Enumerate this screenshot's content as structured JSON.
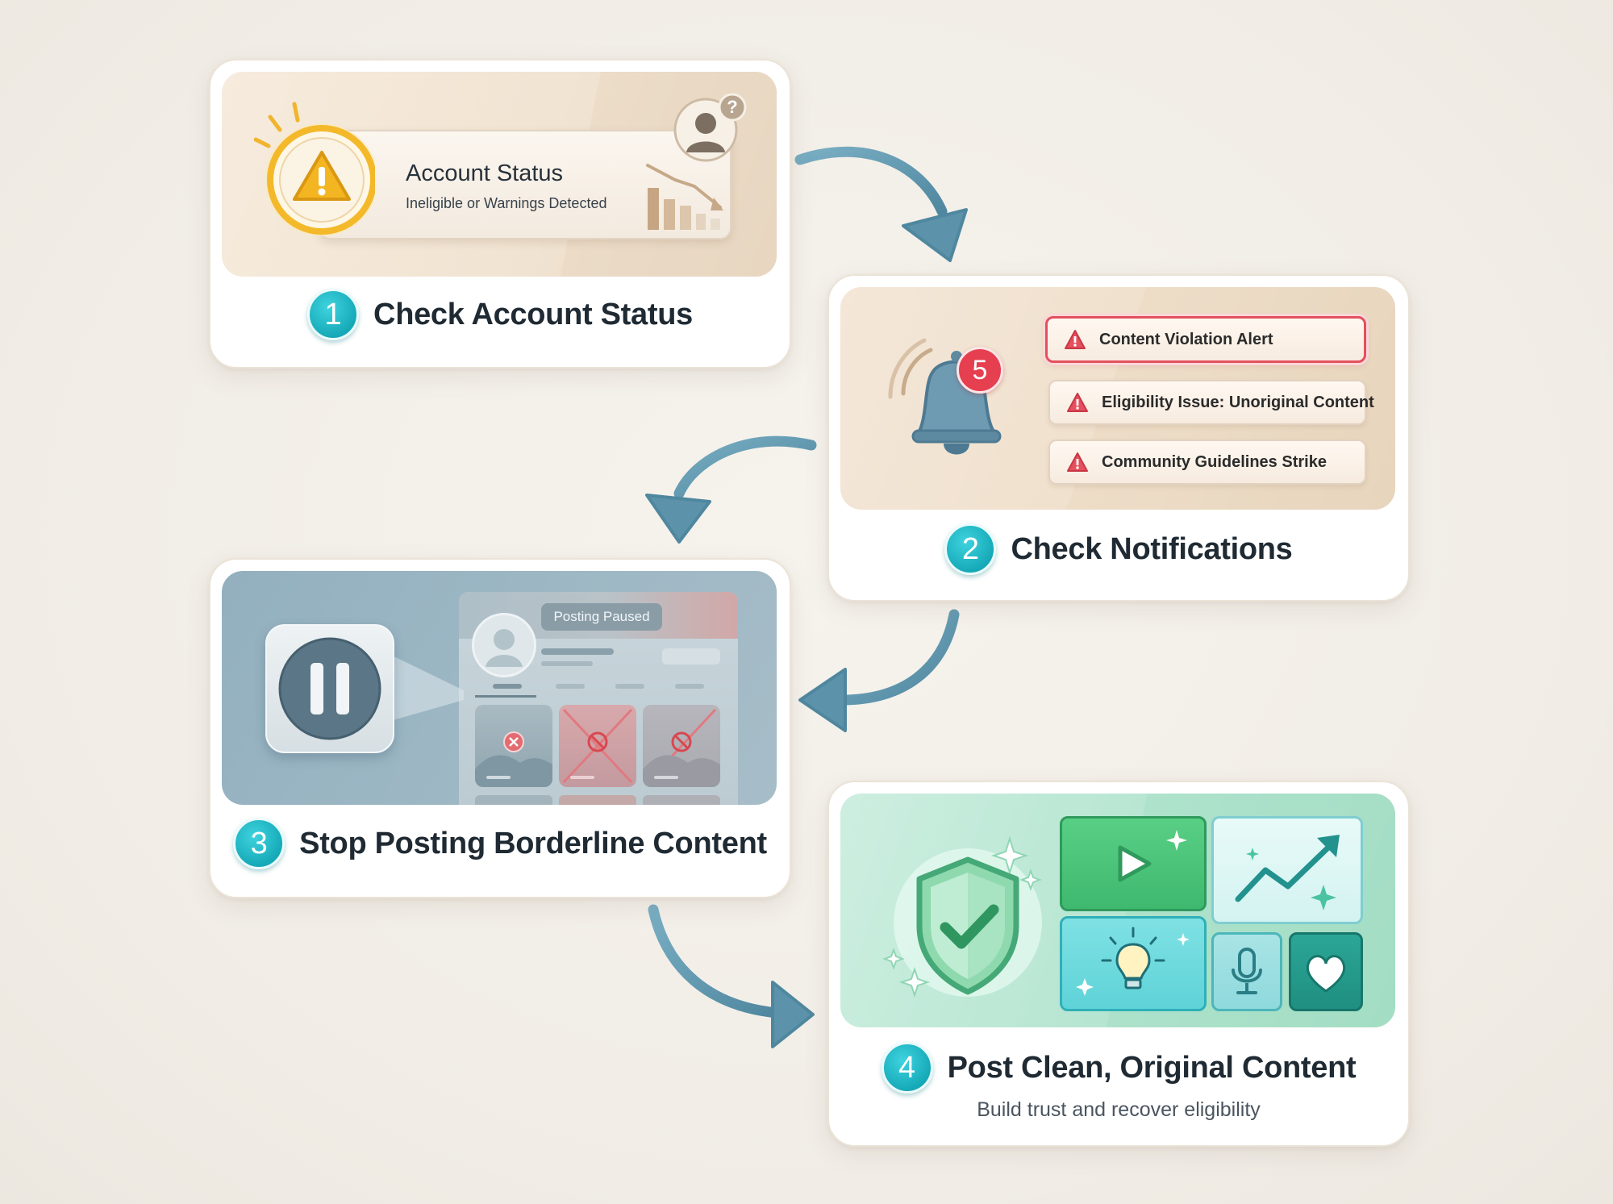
{
  "steps": [
    {
      "number": "1",
      "title": "Check Account Status"
    },
    {
      "number": "2",
      "title": "Check Notifications"
    },
    {
      "number": "3",
      "title": "Stop Posting Borderline Content"
    },
    {
      "number": "4",
      "title": "Post Clean, Original Content",
      "subtitle": "Build trust and recover eligibility"
    }
  ],
  "account_status": {
    "title": "Account Status",
    "subtitle": "Ineligible or Warnings Detected",
    "help_glyph": "?"
  },
  "notifications": {
    "badge_count": "5",
    "alerts": [
      {
        "label": "Content Violation Alert",
        "highlighted": true
      },
      {
        "label": "Eligibility Issue: Unoriginal Content",
        "highlighted": false
      },
      {
        "label": "Community Guidelines Strike",
        "highlighted": false
      }
    ]
  },
  "posting": {
    "banner": "Posting Paused"
  },
  "colors": {
    "accent_teal": "#16aab9",
    "arrow": "#5c93ab",
    "warning_yellow": "#f4b522",
    "alert_red": "#e4505e",
    "success_green": "#3fb97a"
  },
  "icons": [
    "warning-icon",
    "user-question-icon",
    "declining-chart-icon",
    "bell-icon",
    "alert-triangle-icon",
    "pause-icon",
    "blocked-icon",
    "shield-check-icon",
    "play-icon",
    "trending-up-icon",
    "lightbulb-icon",
    "microphone-icon",
    "heart-icon",
    "sparkle-icon"
  ]
}
